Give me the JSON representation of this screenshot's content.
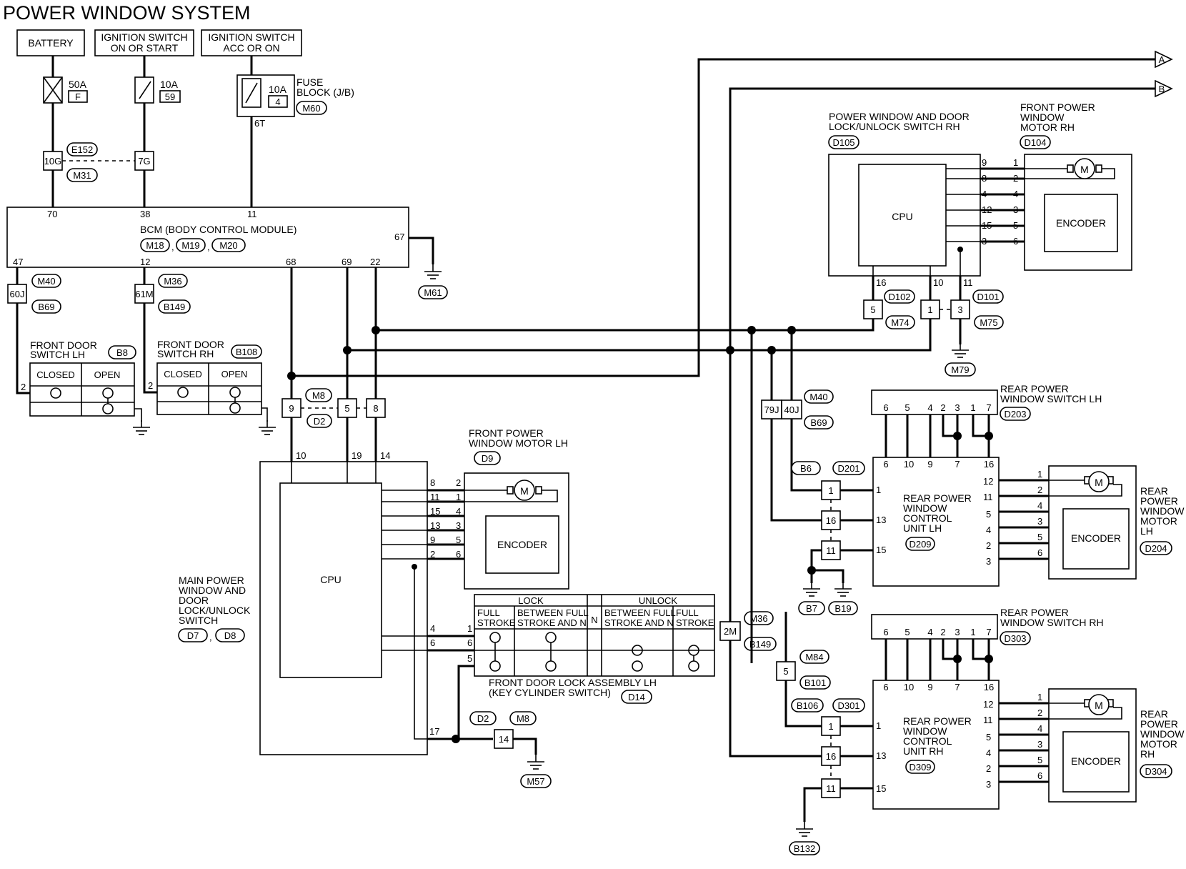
{
  "title": "POWER WINDOW SYSTEM",
  "sources": {
    "battery": "BATTERY",
    "ign_on_1": "IGNITION SWITCH",
    "ign_on_2": "ON OR START",
    "ign_acc_1": "IGNITION SWITCH",
    "ign_acc_2": "ACC OR ON"
  },
  "fuses": {
    "f1_amp": "50A",
    "f1_id": "F",
    "f2_amp": "10A",
    "f2_id": "59",
    "f3_amp": "10A",
    "f3_id": "4",
    "fuse_block_1": "FUSE",
    "fuse_block_2": "BLOCK (J/B)",
    "fuse_block_conn": "M60",
    "fuse_block_pin": "6T"
  },
  "fusible": {
    "e152": "E152",
    "m31": "M31",
    "p10g": "10G",
    "p7g": "7G"
  },
  "bcm": {
    "label": "BCM (BODY CONTROL MODULE)",
    "c1": "M18",
    "c2": "M19",
    "c3": "M20",
    "sep": ",",
    "p70": "70",
    "p38": "38",
    "p11": "11",
    "p67": "67",
    "p47": "47",
    "p12": "12",
    "p68": "68",
    "p69": "69",
    "p22": "22",
    "gnd": "M61"
  },
  "joints": {
    "p60j": "60J",
    "m40a": "M40",
    "b69a": "B69",
    "p61m": "61M",
    "m36a": "M36",
    "b149a": "B149",
    "m8a": "M8",
    "d2a": "D2",
    "p9": "9",
    "p5": "5",
    "p8": "8"
  },
  "door_lh": {
    "l1": "FRONT DOOR",
    "l2": "SWITCH LH",
    "conn": "B8",
    "closed": "CLOSED",
    "open": "OPEN",
    "pin": "2"
  },
  "door_rh": {
    "l1": "FRONT DOOR",
    "l2": "SWITCH RH",
    "conn": "B108",
    "closed": "CLOSED",
    "open": "OPEN",
    "pin": "2"
  },
  "main_switch": {
    "l1": "MAIN POWER",
    "l2": "WINDOW AND",
    "l3": "DOOR",
    "l4": "LOCK/UNLOCK",
    "l5": "SWITCH",
    "c1": "D7",
    "c2": "D8",
    "sep": ",",
    "cpu": "CPU",
    "p10": "10",
    "p19": "19",
    "p14": "14",
    "p8": "8",
    "p11": "11",
    "p15": "15",
    "p13": "13",
    "p9": "9",
    "p2": "2",
    "p4": "4",
    "p6": "6",
    "p17": "17"
  },
  "motor_lh": {
    "l1": "FRONT POWER",
    "l2": "WINDOW MOTOR LH",
    "conn": "D9",
    "m": "M",
    "encoder": "ENCODER",
    "p2": "2",
    "p1": "1",
    "p4": "4",
    "p3": "3",
    "p5": "5",
    "p6": "6"
  },
  "key_cyl": {
    "lock": "LOCK",
    "unlock": "UNLOCK",
    "n": "N",
    "full1": "FULL",
    "stroke1": "STROKE",
    "btw1": "BETWEEN FULL",
    "btw2": "STROKE AND N",
    "btw3": "BETWEEN FULL",
    "btw4": "STROKE AND N",
    "full2": "FULL",
    "stroke2": "STROKE",
    "l1": "FRONT DOOR LOCK ASSEMBLY LH",
    "l2": "(KEY CYLINDER SWITCH)",
    "conn": "D14",
    "p1": "1",
    "p6": "6",
    "p5": "5"
  },
  "ground_main": {
    "d2": "D2",
    "m8": "M8",
    "p14": "14",
    "gnd": "M57"
  },
  "connectors_to": {
    "a": "A",
    "b": "B"
  },
  "pw_rh": {
    "l1": "POWER WINDOW AND DOOR",
    "l2": "LOCK/UNLOCK SWITCH RH",
    "conn": "D105",
    "cpu": "CPU",
    "p9": "9",
    "p8": "8",
    "p4": "4",
    "p12": "12",
    "p15": "15",
    "p3": "3",
    "p16": "16",
    "p10": "10",
    "p11": "11",
    "d102": "D102",
    "d101": "D101",
    "m74": "M74",
    "m75": "M75",
    "j5": "5",
    "j1": "1",
    "j3": "3",
    "gnd": "M79"
  },
  "motor_rh": {
    "l1": "FRONT POWER",
    "l2": "WINDOW",
    "l3": "MOTOR RH",
    "conn": "D104",
    "m": "M",
    "encoder": "ENCODER",
    "p1": "1",
    "p2": "2",
    "p4": "4",
    "p3": "3",
    "p5": "5",
    "p6": "6"
  },
  "mid_joints": {
    "p79j": "79J",
    "p40j": "40J",
    "m40": "M40",
    "b69": "B69",
    "p2m": "2M",
    "m36": "M36",
    "b149": "B149",
    "p5": "5",
    "m84": "M84",
    "b101": "B101"
  },
  "rear_sw_lh": {
    "l1": "REAR POWER",
    "l2": "WINDOW SWITCH LH",
    "conn": "D203",
    "t6": "6",
    "t5": "5",
    "t4": "4",
    "t2": "2",
    "t3": "3",
    "t1": "1",
    "t7": "7"
  },
  "rear_unit_lh": {
    "l1": "REAR POWER",
    "l2": "WINDOW",
    "l3": "CONTROL",
    "l4": "UNIT LH",
    "conn": "D209",
    "t6": "6",
    "t10": "10",
    "t9": "9",
    "t7": "7",
    "t16": "16",
    "p1": "1",
    "p13": "13",
    "p15": "15",
    "r12": "12",
    "r11": "11",
    "r5": "5",
    "r4": "4",
    "r2": "2",
    "r3": "3",
    "b6": "B6",
    "d201": "D201",
    "j1": "1",
    "j16": "16",
    "j11": "11",
    "g1": "B7",
    "g2": "B19"
  },
  "rear_motor_lh": {
    "l1": "REAR",
    "l2": "POWER",
    "l3": "WINDOW",
    "l4": "MOTOR",
    "l5": "LH",
    "conn": "D204",
    "m": "M",
    "encoder": "ENCODER",
    "p1": "1",
    "p2": "2",
    "p4": "4",
    "p3": "3",
    "p5": "5",
    "p6": "6"
  },
  "rear_sw_rh": {
    "l1": "REAR POWER",
    "l2": "WINDOW SWITCH RH",
    "conn": "D303",
    "t6": "6",
    "t5": "5",
    "t4": "4",
    "t2": "2",
    "t3": "3",
    "t1": "1",
    "t7": "7"
  },
  "rear_unit_rh": {
    "l1": "REAR POWER",
    "l2": "WINDOW",
    "l3": "CONTROL",
    "l4": "UNIT RH",
    "conn": "D309",
    "t6": "6",
    "t10": "10",
    "t9": "9",
    "t7": "7",
    "t16": "16",
    "p1": "1",
    "p13": "13",
    "p15": "15",
    "r12": "12",
    "r11": "11",
    "r5": "5",
    "r4": "4",
    "r2": "2",
    "r3": "3",
    "b106": "B106",
    "d301": "D301",
    "j1": "1",
    "j16": "16",
    "j11": "11",
    "gnd": "B132"
  },
  "rear_motor_rh": {
    "l1": "REAR",
    "l2": "POWER",
    "l3": "WINDOW",
    "l4": "MOTOR",
    "l5": "RH",
    "conn": "D304",
    "m": "M",
    "encoder": "ENCODER",
    "p1": "1",
    "p2": "2",
    "p4": "4",
    "p3": "3",
    "p5": "5",
    "p6": "6"
  }
}
